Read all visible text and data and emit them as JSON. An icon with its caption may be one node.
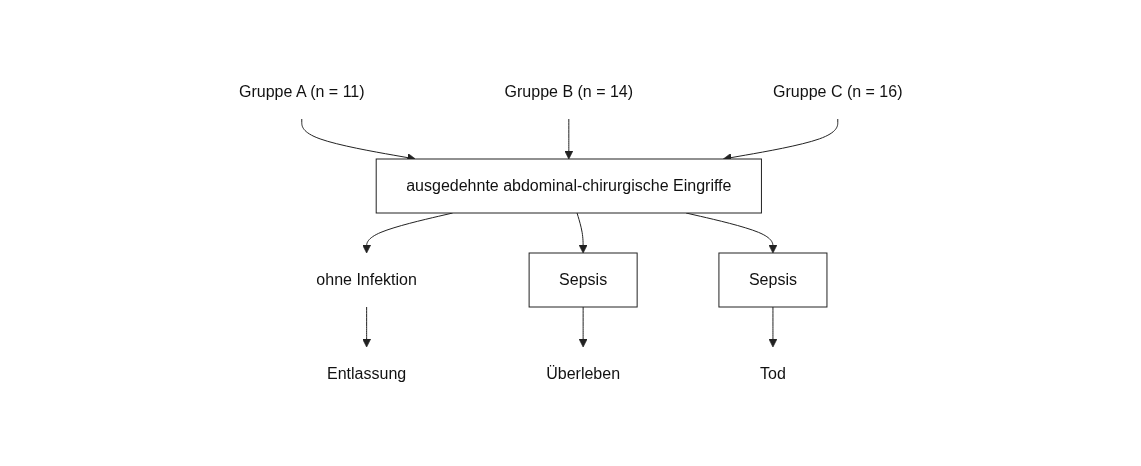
{
  "diagram": {
    "nodes": [
      {
        "text": [
          "Gruppe A (n = 11)"
        ]
      },
      {
        "text": [
          "Gruppe B (n = 14)"
        ]
      },
      {
        "text": [
          "Gruppe C (n = 16)"
        ]
      },
      {
        "text": [
          "ausgedehnte abdominal-chirurgische Eingriffe"
        ]
      },
      {
        "text": [
          "ohne Infektion"
        ]
      },
      {
        "text": [
          "Sepsis"
        ]
      },
      {
        "text": [
          "Sepsis"
        ]
      },
      {
        "text": [
          "Entlassung"
        ]
      },
      {
        "text": [
          "Überleben"
        ]
      },
      {
        "text": [
          "Tod"
        ]
      }
    ],
    "edges": [
      {
        "from": 0,
        "to": 3,
        "arrow": "to"
      },
      {
        "from": 1,
        "to": 3,
        "arrow": "to"
      },
      {
        "from": 2,
        "to": 3,
        "arrow": "to"
      },
      {
        "from": 3,
        "to": 4,
        "arrow": "to"
      },
      {
        "from": 3,
        "to": 5,
        "arrow": "to"
      },
      {
        "from": 3,
        "to": 6,
        "arrow": "to"
      },
      {
        "from": 4,
        "to": 7,
        "arrow": "to"
      },
      {
        "from": 5,
        "to": 8,
        "arrow": "to"
      },
      {
        "from": 6,
        "to": 9,
        "arrow": "to"
      }
    ]
  }
}
